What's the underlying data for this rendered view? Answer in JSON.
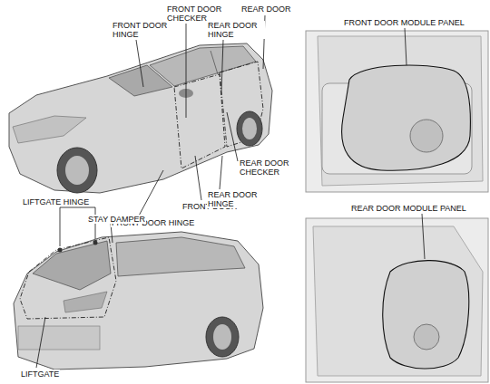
{
  "diagram": {
    "labels": [
      "FRONT DOOR HINGE",
      "FRONT DOOR CHECKER",
      "REAR DOOR HINGE",
      "REAR DOOR",
      "FRONT DOOR",
      "REAR DOOR CHECKER",
      "FRONT DOOR HINGE",
      "REAR DOOR HINGE",
      "LIFTGATE HINGE",
      "STAY DAMPER",
      "LIFTGATE",
      "FRONT DOOR MODULE PANEL",
      "REAR DOOR MODULE PANEL"
    ]
  }
}
